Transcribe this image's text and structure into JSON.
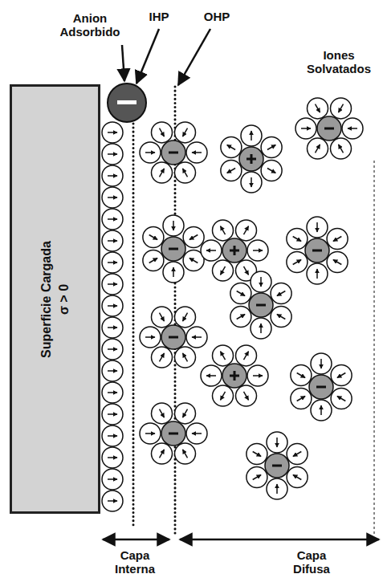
{
  "diagram": {
    "nodes": [
      {
        "text": [
          "Superficie Cargada",
          "σ > 0"
        ]
      }
    ],
    "labels": [
      "Anion Adsorbido",
      "IHP",
      "OHP",
      "Iones Solvatados",
      "Capa Interna",
      "Capa Difusa"
    ]
  }
}
